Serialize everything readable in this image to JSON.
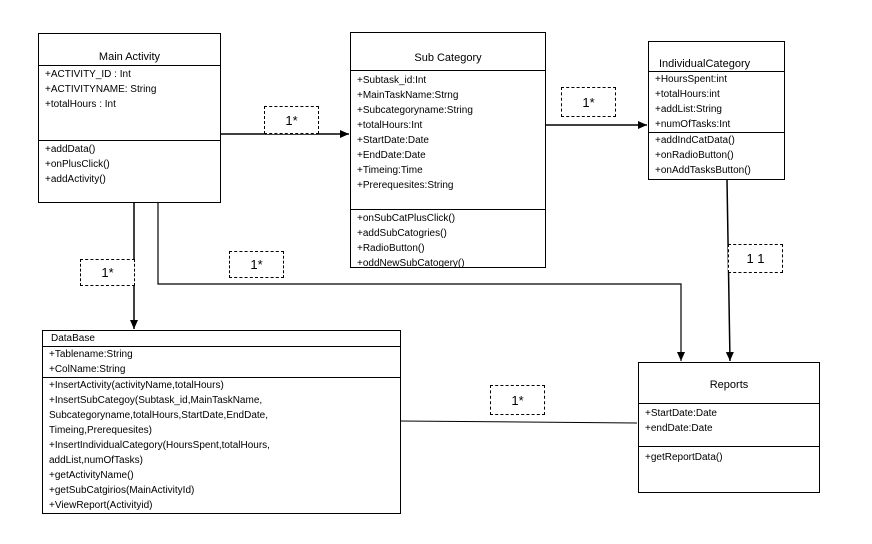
{
  "classes": {
    "main_activity": {
      "name": "Main Activity",
      "attributes": [
        "+ACTIVITY_ID : Int",
        "",
        "+ACTIVITYNAME: String",
        "+totalHours : Int"
      ],
      "methods": [
        "+addData()",
        "+onPlusClick()",
        "+addActivity()"
      ]
    },
    "sub_category": {
      "name": "Sub Category",
      "attributes": [
        "+Subtask_id:Int",
        "+MainTaskName:Strng",
        "+Subcategoryname:String",
        "+totalHours:Int",
        "+StartDate:Date",
        "+EndDate:Date",
        "+Timeing:Time",
        "+Prerequesites:String"
      ],
      "methods": [
        "+onSubCatPlusClick()",
        "+addSubCatogries()",
        "+RadioButton()",
        "+oddNewSubCatogery()"
      ]
    },
    "individual_category": {
      "name": "IndividualCategory",
      "attributes": [
        "+HoursSpent:int",
        "+totalHours:int",
        "+addList:String",
        "+numOfTasks:Int"
      ],
      "methods": [
        "+addIndCatData()",
        "+onRadioButton()",
        "+onAddTasksButton()"
      ]
    },
    "database": {
      "name": "DataBase",
      "attributes": [
        "+Tablename:String",
        "+ColName:String"
      ],
      "methods": [
        "+InsertActivity(activityName,totalHours)",
        "+InsertSubCategoy(Subtask_id,MainTaskName,",
        "Subcategoryname,totalHours,StartDate,EndDate,",
        "Timeing,Prerequesites)",
        "+InsertIndividualCategory(HoursSpent,totalHours,",
        "addList,numOfTasks)",
        "+getActivityName()",
        "+getSubCatgirios(MainActivityId)",
        "+ViewReport(Activityid)"
      ]
    },
    "reports": {
      "name": "Reports",
      "attributes": [
        "+StartDate:Date",
        "+endDate:Date"
      ],
      "methods": [
        "+getReportData()"
      ]
    }
  },
  "multiplicities": {
    "main_to_sub": "1*",
    "sub_to_individual": "1*",
    "main_to_database": "1*",
    "main_to_reports": "1*",
    "individual_to_reports": "1 1",
    "database_to_reports": "1*"
  }
}
